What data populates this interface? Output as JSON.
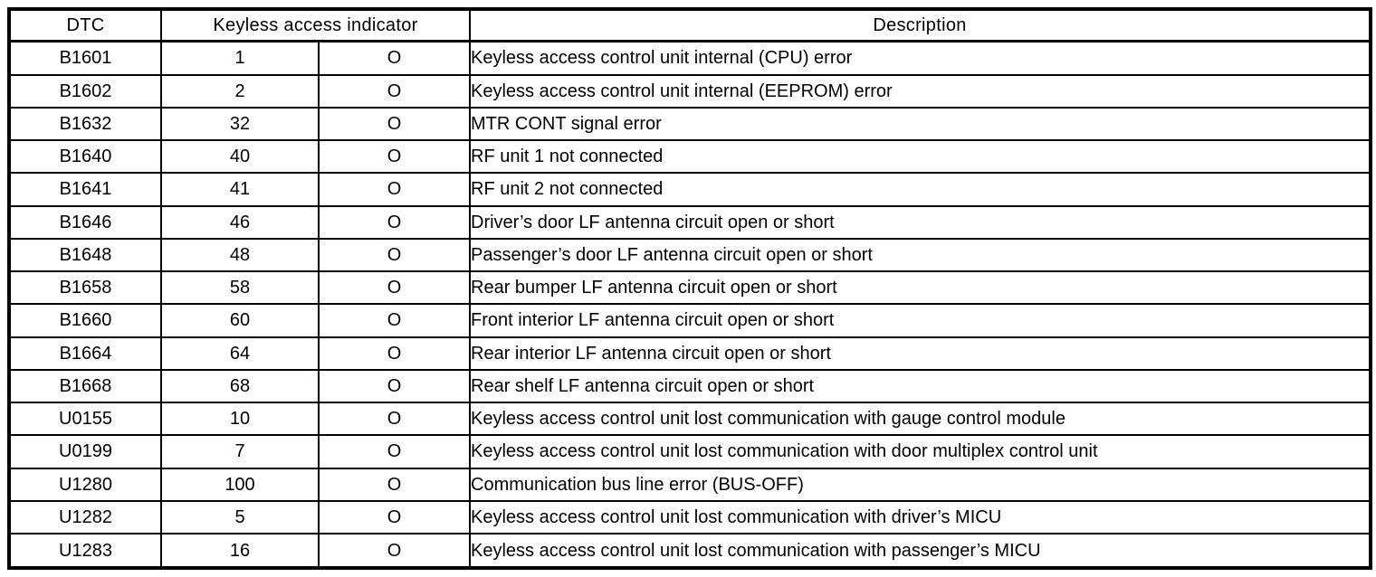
{
  "table": {
    "headers": {
      "dtc": "DTC",
      "indicator": "Keyless access indicator",
      "description": "Description"
    },
    "indicator_symbol_meaning": "O",
    "rows": [
      {
        "dtc": "B1601",
        "indicator": "1",
        "symbol": "O",
        "description": "Keyless access control unit internal (CPU) error"
      },
      {
        "dtc": "B1602",
        "indicator": "2",
        "symbol": "O",
        "description": "Keyless access control unit internal (EEPROM) error"
      },
      {
        "dtc": "B1632",
        "indicator": "32",
        "symbol": "O",
        "description": "MTR CONT signal error"
      },
      {
        "dtc": "B1640",
        "indicator": "40",
        "symbol": "O",
        "description": "RF unit 1 not connected"
      },
      {
        "dtc": "B1641",
        "indicator": "41",
        "symbol": "O",
        "description": "RF unit 2 not connected"
      },
      {
        "dtc": "B1646",
        "indicator": "46",
        "symbol": "O",
        "description": "Driver’s door LF antenna circuit open or short"
      },
      {
        "dtc": "B1648",
        "indicator": "48",
        "symbol": "O",
        "description": "Passenger’s door LF antenna circuit open or short"
      },
      {
        "dtc": "B1658",
        "indicator": "58",
        "symbol": "O",
        "description": "Rear bumper LF antenna circuit open or short"
      },
      {
        "dtc": "B1660",
        "indicator": "60",
        "symbol": "O",
        "description": "Front interior LF antenna circuit open or short"
      },
      {
        "dtc": "B1664",
        "indicator": "64",
        "symbol": "O",
        "description": "Rear interior LF antenna circuit open or short"
      },
      {
        "dtc": "B1668",
        "indicator": "68",
        "symbol": "O",
        "description": "Rear shelf LF antenna circuit open or short"
      },
      {
        "dtc": "U0155",
        "indicator": "10",
        "symbol": "O",
        "description": "Keyless access control unit lost communication with gauge control module"
      },
      {
        "dtc": "U0199",
        "indicator": "7",
        "symbol": "O",
        "description": "Keyless access control unit lost communication with door multiplex control unit"
      },
      {
        "dtc": "U1280",
        "indicator": "100",
        "symbol": "O",
        "description": "Communication bus line error (BUS-OFF)"
      },
      {
        "dtc": "U1282",
        "indicator": "5",
        "symbol": "O",
        "description": "Keyless access control unit lost communication with driver’s MICU"
      },
      {
        "dtc": "U1283",
        "indicator": "16",
        "symbol": "O",
        "description": "Keyless access control unit lost communication with passenger’s MICU"
      }
    ],
    "border_color": "#000000",
    "background_color": "#ffffff"
  }
}
